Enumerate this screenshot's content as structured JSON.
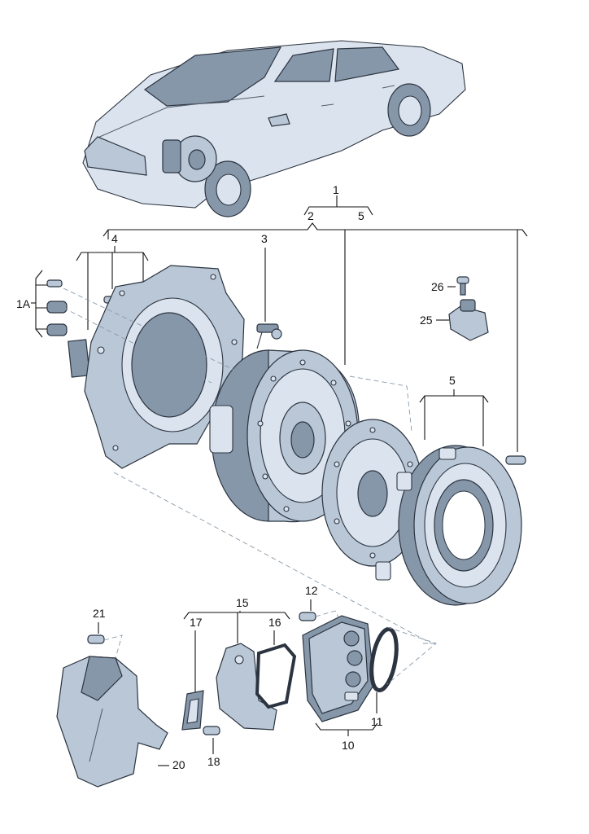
{
  "callouts": {
    "c1": "1",
    "c2": "2",
    "c3": "3",
    "c4": "4",
    "c5_top": "5",
    "c5_right": "5",
    "c1A": "1A",
    "c26": "26",
    "c25": "25",
    "c21": "21",
    "c15": "15",
    "c17": "17",
    "c16": "16",
    "c12": "12",
    "c10": "10",
    "c11": "11",
    "c18": "18",
    "c20": "20"
  },
  "colors": {
    "part_base": "#b9c7d6",
    "part_shadow": "#8797aa",
    "part_highlight": "#dbe4ee",
    "outline": "#2b3440",
    "leader": "#111111"
  }
}
